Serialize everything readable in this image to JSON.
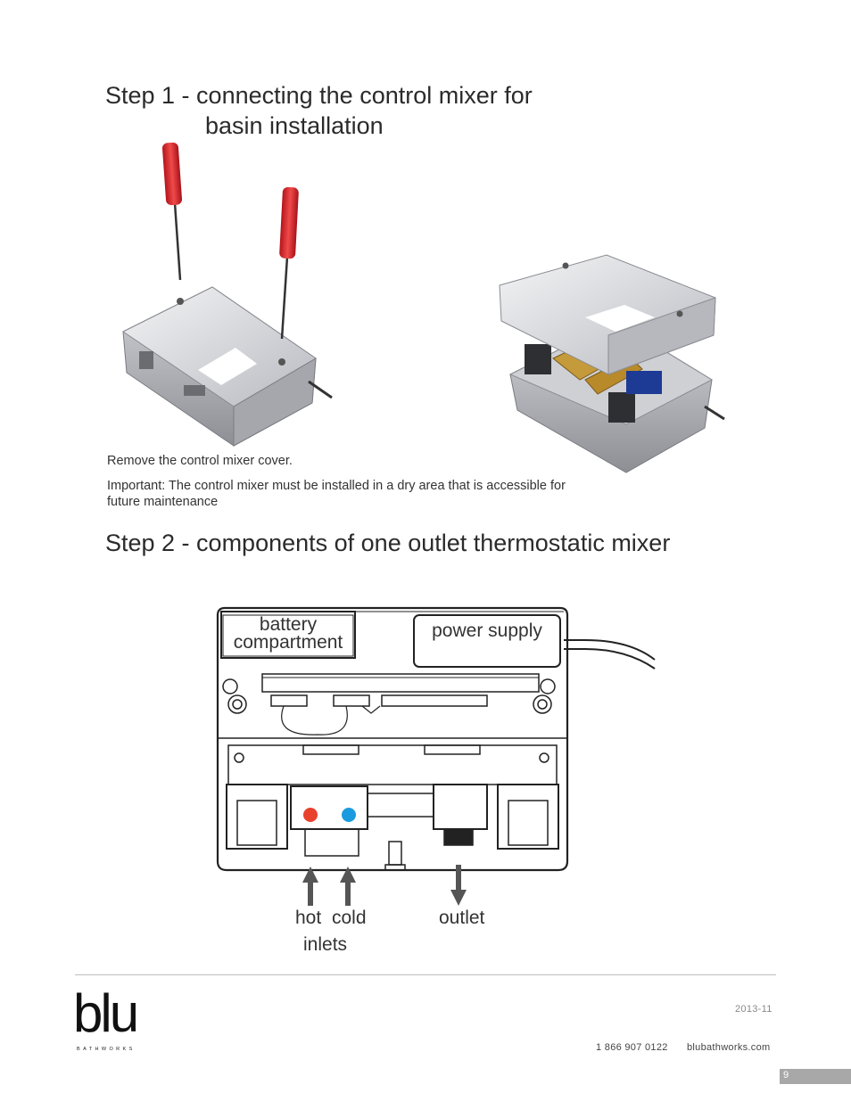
{
  "step1": {
    "title_line1": "Step 1 - connecting the control mixer for",
    "title_line2": "basin installation",
    "caption": "Remove the control mixer cover.",
    "important_line1": "Important: The control mixer must be installed in a dry area that is accessible for",
    "important_line2": "future maintenance"
  },
  "step2": {
    "title": "Step 2 - components of one outlet thermostatic mixer",
    "labels": {
      "battery_line1": "battery",
      "battery_line2": "compartment",
      "power_supply": "power supply",
      "hot": "hot",
      "cold": "cold",
      "inlets": "inlets",
      "outlet": "outlet"
    },
    "colors": {
      "hot": "#e8412c",
      "cold": "#1a9be0"
    }
  },
  "footer": {
    "logo_text": "blu",
    "logo_sub": "BATHWORKS",
    "date": "2013-11",
    "phone": "1 866 907 0122",
    "website": "blubathworks.com",
    "page_number": "9"
  }
}
